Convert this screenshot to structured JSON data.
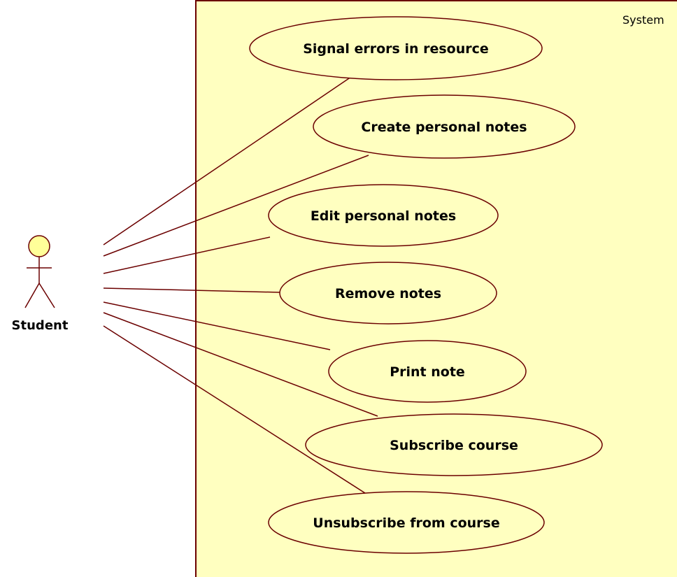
{
  "system": {
    "label": "System"
  },
  "actor": {
    "name": "Student"
  },
  "use_cases": [
    {
      "label": "Signal errors in resource"
    },
    {
      "label": "Create personal notes"
    },
    {
      "label": "Edit personal notes"
    },
    {
      "label": "Remove notes"
    },
    {
      "label": "Print note"
    },
    {
      "label": "Subscribe course"
    },
    {
      "label": "Unsubscribe from course"
    }
  ],
  "colors": {
    "system_fill": "#ffffc0",
    "system_border": "#6b0000",
    "use_case_fill": "#ffffc0",
    "line": "#6b0000",
    "actor_head_fill": "#ffff99"
  }
}
